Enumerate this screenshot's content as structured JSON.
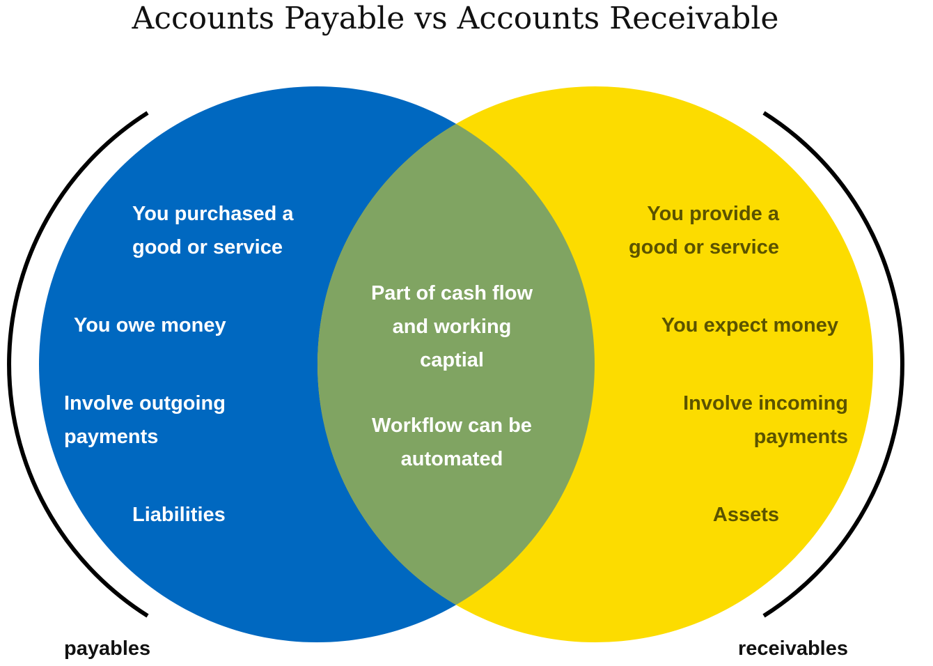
{
  "title": "Accounts Payable vs Accounts Receivable",
  "colors": {
    "left_circle": "#0068c0",
    "right_circle": "#fcdc00",
    "overlap": "#80a462",
    "left_text": "#ffffff",
    "right_text": "#5b5300",
    "overlap_text": "#ffffff",
    "bracket": "#000000"
  },
  "left": {
    "items": [
      "You purchased a\ngood or service",
      "You owe money",
      "Involve outgoing\npayments",
      "Liabilities"
    ],
    "caption": "payables"
  },
  "right": {
    "items": [
      "You provide a\ngood or service",
      "You expect money",
      "Involve incoming\npayments",
      "Assets"
    ],
    "caption": "receivables"
  },
  "overlap": {
    "items": [
      "Part of cash flow\nand working\ncaptial",
      "Workflow can be\nautomated"
    ]
  }
}
